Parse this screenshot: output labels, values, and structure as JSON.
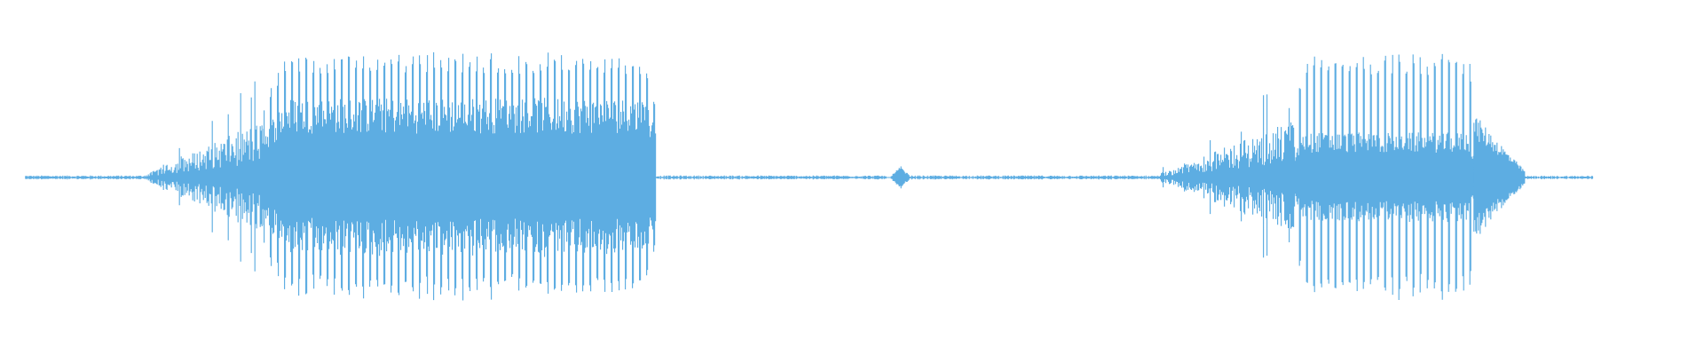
{
  "waveform": {
    "color": "#5dade2",
    "background": "#ffffff",
    "visible_span": {
      "start": 0.015,
      "end": 0.935
    },
    "segments": [
      {
        "kind": "noise",
        "start": 0.015,
        "end": 0.085,
        "amp": 0.012
      },
      {
        "kind": "ramp-up",
        "start": 0.085,
        "end": 0.155,
        "amp_from": 0.02,
        "amp_to": 0.45
      },
      {
        "kind": "voiced",
        "start": 0.155,
        "end": 0.385,
        "amp": 0.98,
        "fill": 0.62
      },
      {
        "kind": "noise",
        "start": 0.385,
        "end": 0.52,
        "amp": 0.012
      },
      {
        "kind": "burst",
        "start": 0.522,
        "end": 0.535,
        "amp": 0.09
      },
      {
        "kind": "noise",
        "start": 0.535,
        "end": 0.68,
        "amp": 0.012
      },
      {
        "kind": "ramp-up",
        "start": 0.68,
        "end": 0.76,
        "amp_from": 0.03,
        "amp_to": 0.45
      },
      {
        "kind": "voiced",
        "start": 0.76,
        "end": 0.865,
        "amp": 0.96,
        "fill": 0.35
      },
      {
        "kind": "ramp-down",
        "start": 0.865,
        "end": 0.895,
        "amp_from": 0.5,
        "amp_to": 0.05
      },
      {
        "kind": "noise",
        "start": 0.895,
        "end": 0.935,
        "amp": 0.01
      }
    ]
  }
}
